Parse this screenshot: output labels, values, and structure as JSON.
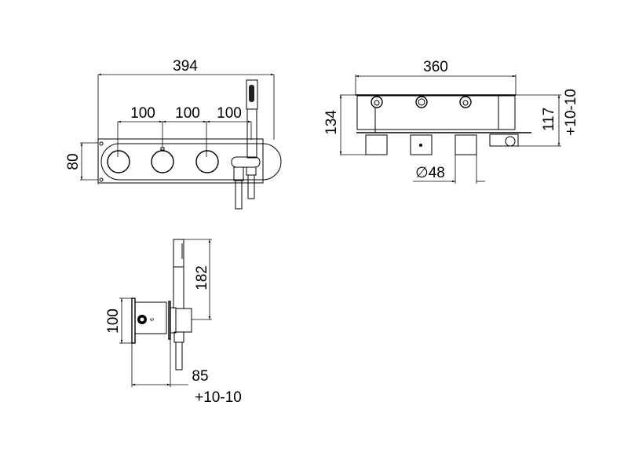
{
  "front_view": {
    "overall_width": "394",
    "spacing": [
      "100",
      "100",
      "100"
    ],
    "height": "80"
  },
  "top_view": {
    "overall_width": "360",
    "depth": "134",
    "recess": "117",
    "recess_tolerance": "+10-10",
    "knob_diameter": "∅48"
  },
  "side_view": {
    "height": "100",
    "shower_length": "182",
    "recess": "85",
    "recess_tolerance": "+10-10"
  },
  "colors": {
    "line": "#000000",
    "background": "#ffffff"
  }
}
